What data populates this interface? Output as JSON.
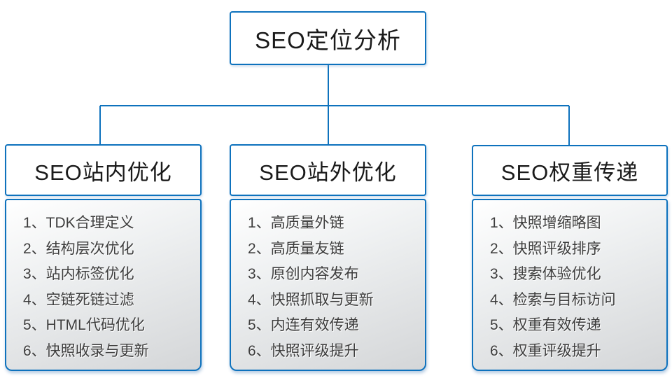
{
  "colors": {
    "accent_blue": "#0e72bd",
    "box_background": "#ffffff",
    "list_gradient_top": "#ffffff",
    "list_gradient_bottom": "#d4d6d8",
    "title_text": "#1a1a1a",
    "list_text": "#3d3d3d"
  },
  "diagram": {
    "root": {
      "title": "SEO定位分析"
    },
    "columns": [
      {
        "title": "SEO站内优化",
        "items": [
          "1、TDK合理定义",
          "2、结构层次优化",
          "3、站内标签优化",
          "4、空链死链过滤",
          "5、HTML代码优化",
          "6、快照收录与更新"
        ]
      },
      {
        "title": "SEO站外优化",
        "items": [
          "1、高质量外链",
          "2、高质量友链",
          "3、原创内容发布",
          "4、快照抓取与更新",
          "5、内连有效传递",
          "6、快照评级提升"
        ]
      },
      {
        "title": "SEO权重传递",
        "items": [
          "1、快照增缩略图",
          "2、快照评级排序",
          "3、搜索体验优化",
          "4、检索与目标访问",
          "5、权重有效传递",
          "6、权重评级提升"
        ]
      }
    ]
  }
}
